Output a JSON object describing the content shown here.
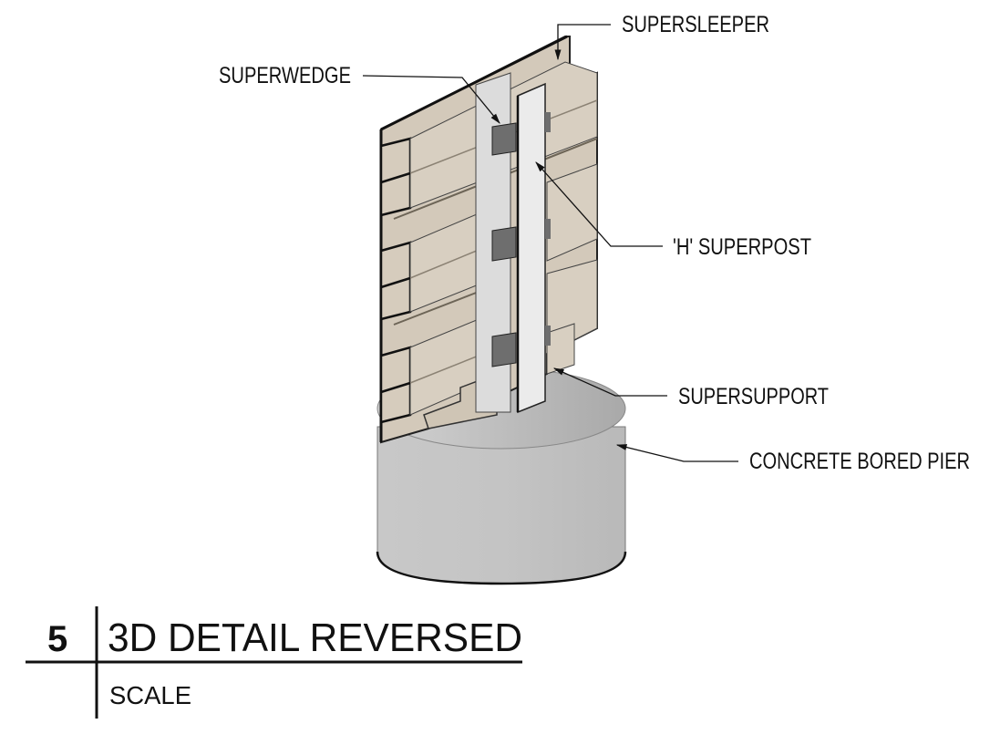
{
  "drawing": {
    "detail_number": "5",
    "title": "3D DETAIL REVERSED",
    "subtitle": "SCALE",
    "callouts": [
      {
        "id": "supersleeper",
        "text": "SUPERSLEEPER"
      },
      {
        "id": "superwedge",
        "text": "SUPERWEDGE"
      },
      {
        "id": "h-superpost",
        "text": "'H' SUPERPOST"
      },
      {
        "id": "supersupport",
        "text": "SUPERSUPPORT"
      },
      {
        "id": "concrete-bored-pier",
        "text": "CONCRETE BORED PIER"
      }
    ],
    "colors": {
      "sleeper": "#d8cfc1",
      "sleeper_dark": "#bfb4a4",
      "post": "#e6e6e6",
      "wedge": "#6e6e6e",
      "concrete": "#c3c3c3",
      "line": "#111111"
    }
  }
}
